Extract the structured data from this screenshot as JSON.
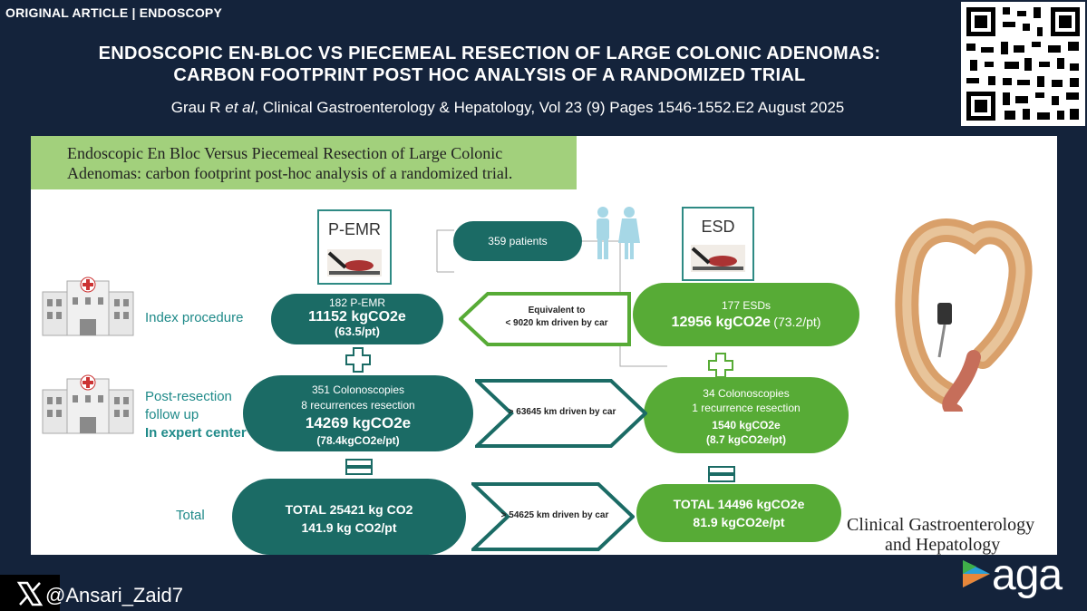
{
  "header": {
    "tag": "ORIGINAL ARTICLE | ENDOSCOPY",
    "title_line1": "ENDOSCOPIC EN-BLOC VS PIECEMEAL RESECTION OF LARGE COLONIC ADENOMAS:",
    "title_line2": "CARBON FOOTPRINT POST HOC ANALYSIS OF A RANDOMIZED TRIAL",
    "citation_pre": "Grau R ",
    "citation_etal": "et al",
    "citation_post": ", Clinical Gastroenterology & Hepatology, Vol 23 (9) Pages 1546-1552.E2  August 2025"
  },
  "banner": {
    "line1": "Endoscopic En Bloc Versus Piecemeal Resection of Large Colonic",
    "line2": "Adenomas: carbon footprint post-hoc analysis of a randomized trial."
  },
  "arms": {
    "left": "P-EMR",
    "right": "ESD"
  },
  "patients": "359 patients",
  "rows": {
    "index": "Index procedure",
    "post1": "Post-resection",
    "post2": "follow up",
    "post3": "In expert center",
    "total": "Total"
  },
  "pemr": {
    "index_n": "182  P-EMR",
    "index_val": "11152 kgCO2e",
    "index_pt": "(63.5/pt)",
    "fu_1": "351 Colonoscopies",
    "fu_2": "8 recurrences resection",
    "fu_val": "14269 kgCO2e",
    "fu_pt": "(78.4kgCO2e/pt)",
    "total_1": "TOTAL 25421 kg CO2",
    "total_2": "141.9 kg CO2/pt"
  },
  "esd": {
    "index_n": "177 ESDs",
    "index_val": "12956 kgCO2e",
    "index_pt": "(73.2/pt)",
    "fu_1": "34 Colonoscopies",
    "fu_2": "1 recurrence resection",
    "fu_val": "1540 kgCO2e",
    "fu_pt": "(8.7 kgCO2e/pt)",
    "total_1": "TOTAL 14496 kgCO2e",
    "total_2": "81.9 kgCO2e/pt"
  },
  "arrows": {
    "index_1": "Equivalent to",
    "index_2": "< 9020 km driven by car",
    "fu": "> 63645 km driven by car",
    "total": "> 54625 km driven by car"
  },
  "journal": {
    "line1": "Clinical Gastroenterology",
    "line2": "and Hepatology"
  },
  "footer": {
    "handle": "@Ansari_Zaid7",
    "logo": "aga"
  },
  "colors": {
    "teal": "#1b6b65",
    "green": "#57ab36",
    "banner": "#a2d07c",
    "navy": "#14233b"
  }
}
